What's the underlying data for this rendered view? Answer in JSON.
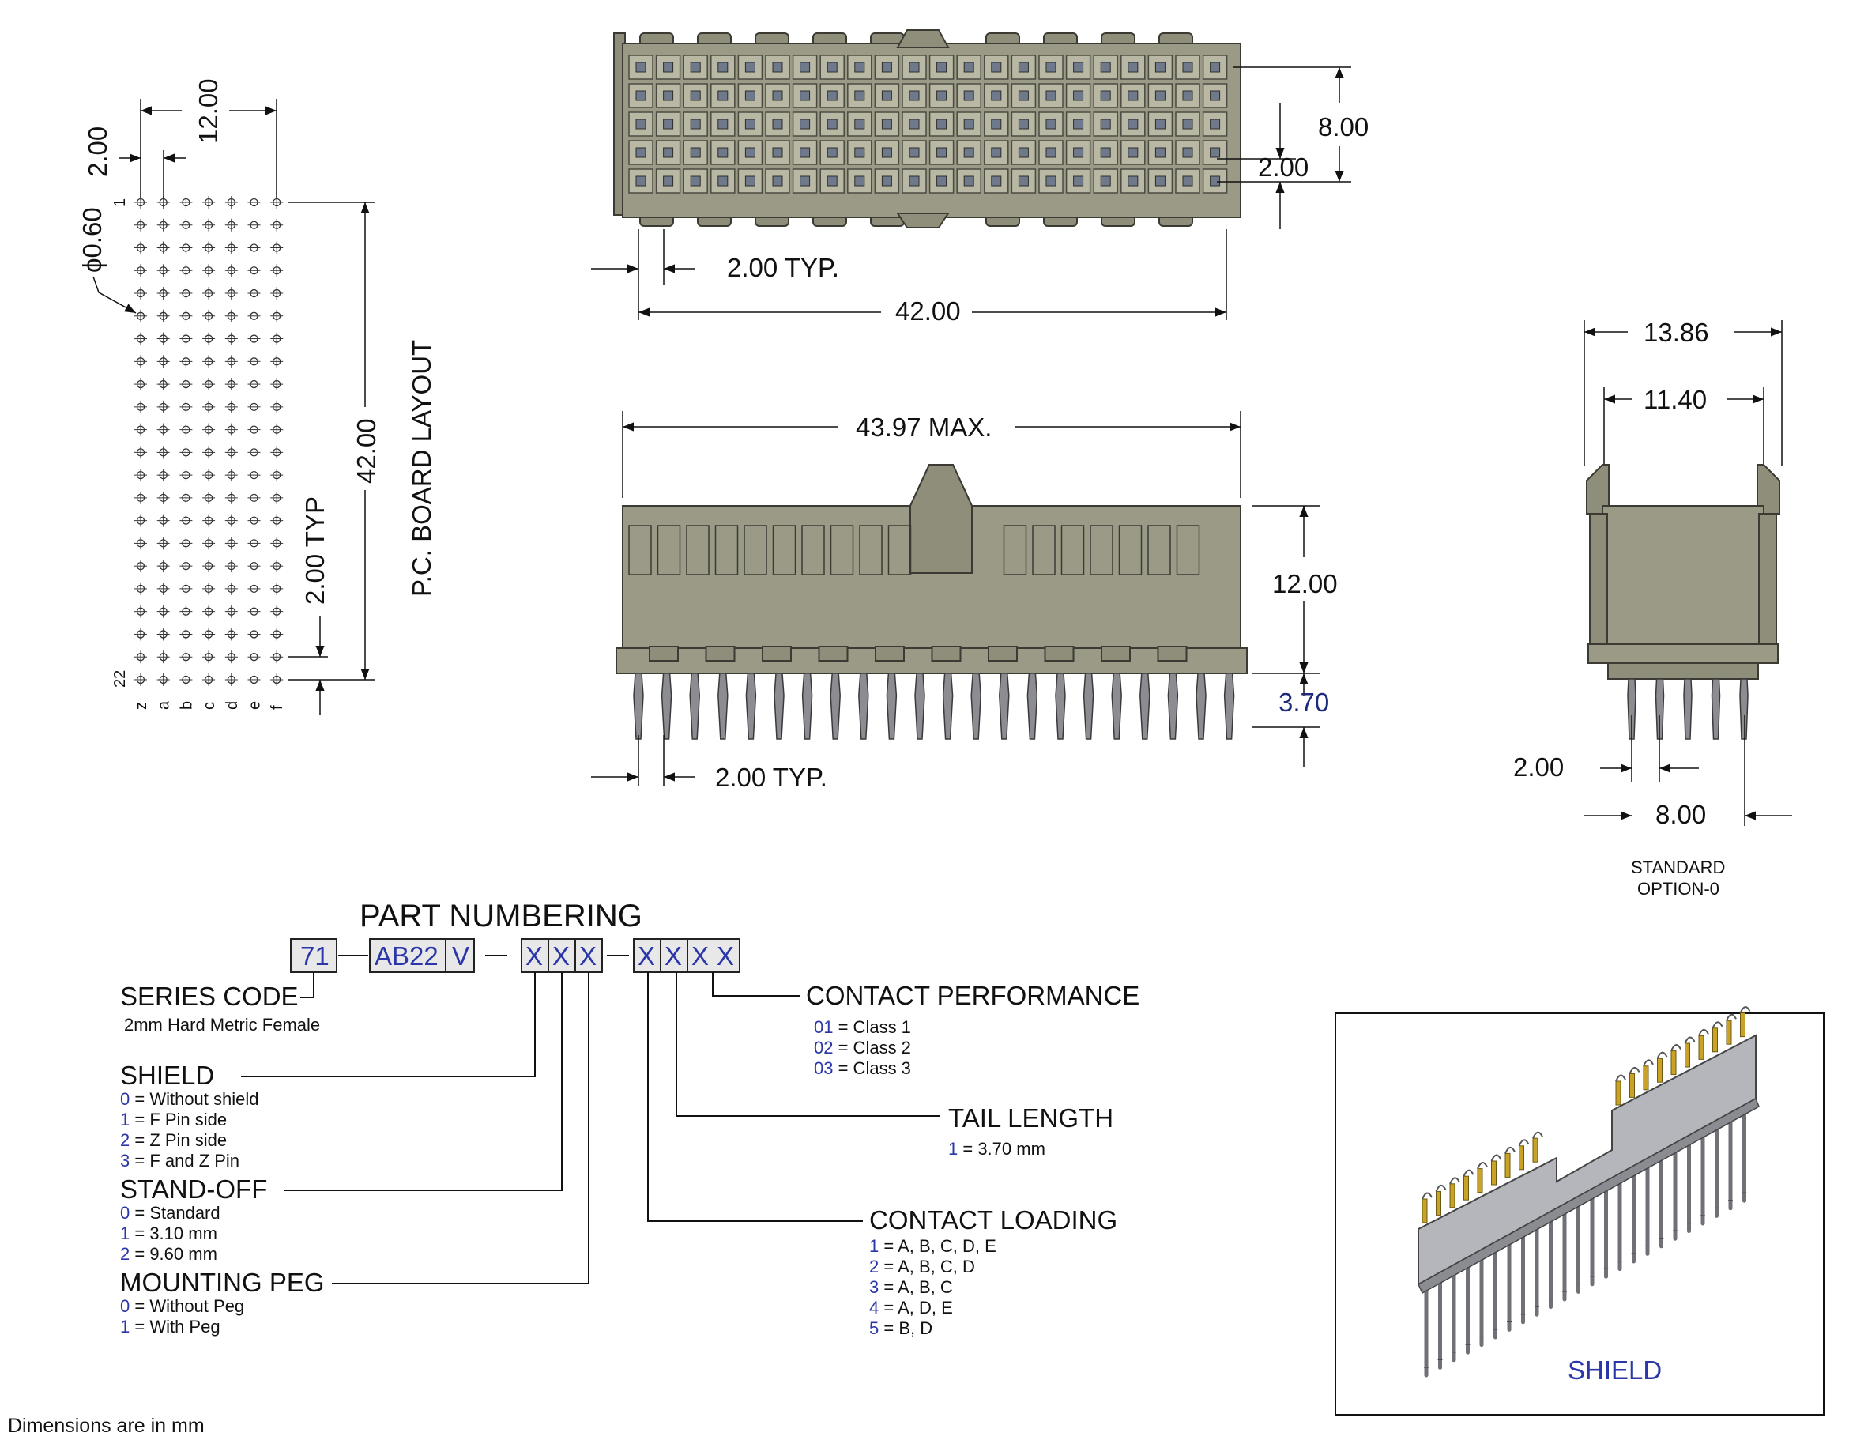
{
  "board_layout": {
    "title": "P.C. BOARD LAYOUT",
    "dim_width": "12.00",
    "dim_pitch_x": "2.00",
    "dim_hole": "0.60",
    "dim_length": "42.00",
    "dim_pitch_y": "2.00 TYP",
    "row_first": "1",
    "row_last": "22",
    "columns": [
      "z",
      "a",
      "b",
      "c",
      "d",
      "e",
      "f"
    ],
    "rows": 22
  },
  "top_view": {
    "dim_height": "8.00",
    "dim_pitch_row": "2.00",
    "dim_pitch_typ": "2.00 TYP.",
    "dim_length": "42.00"
  },
  "front_view": {
    "dim_max_length": "43.97 MAX.",
    "dim_height": "12.00",
    "dim_tail": "3.70",
    "dim_pitch_typ": "2.00 TYP.",
    "pins": 22
  },
  "side_view": {
    "dim_outer": "13.86",
    "dim_inner": "11.40",
    "dim_pitch": "2.00",
    "dim_span": "8.00",
    "caption_line1": "STANDARD",
    "caption_line2": "OPTION-0"
  },
  "part_numbering": {
    "title": "PART NUMBERING",
    "boxes": [
      "71",
      "AB22",
      "V",
      "X",
      "X",
      "X",
      "X",
      "X",
      "X",
      "X"
    ],
    "series_code": {
      "label": "SERIES CODE",
      "desc": "2mm Hard Metric Female"
    },
    "shield": {
      "label": "SHIELD",
      "options": [
        {
          "code": "0",
          "text": " = Without shield"
        },
        {
          "code": "1",
          "text": " =  F Pin side"
        },
        {
          "code": "2",
          "text": " =  Z Pin side"
        },
        {
          "code": "3",
          "text": " =  F and Z Pin"
        }
      ]
    },
    "stand_off": {
      "label": "STAND-OFF",
      "options": [
        {
          "code": "0",
          "text": " = Standard"
        },
        {
          "code": "1",
          "text": " = 3.10 mm"
        },
        {
          "code": "2",
          "text": " = 9.60 mm"
        }
      ]
    },
    "mounting_peg": {
      "label": "MOUNTING PEG",
      "options": [
        {
          "code": "0",
          "text": " = Without Peg"
        },
        {
          "code": "1",
          "text": " = With Peg"
        }
      ]
    },
    "contact_performance": {
      "label": "CONTACT PERFORMANCE",
      "options": [
        {
          "code": "01",
          "text": " = Class 1"
        },
        {
          "code": "02",
          "text": " = Class 2"
        },
        {
          "code": "03",
          "text": " = Class 3"
        }
      ]
    },
    "tail_length": {
      "label": "TAIL LENGTH",
      "options": [
        {
          "code": "1",
          "text": " = 3.70 mm"
        }
      ]
    },
    "contact_loading": {
      "label": "CONTACT LOADING",
      "options": [
        {
          "code": "1",
          "text": " = A, B, C, D, E"
        },
        {
          "code": "2",
          "text": " = A, B, C, D"
        },
        {
          "code": "3",
          "text": " = A, B, C"
        },
        {
          "code": "4",
          "text": " = A, D, E"
        },
        {
          "code": "5",
          "text": " = B, D"
        }
      ]
    }
  },
  "shield_panel": {
    "caption": "SHIELD"
  },
  "footer": {
    "units_note": "Dimensions are in mm"
  },
  "colors": {
    "body": "#9a9a86",
    "code_blue": "#2b36a8",
    "dim_blue": "#1d2a7a",
    "shield_gold": "#c9a227"
  }
}
